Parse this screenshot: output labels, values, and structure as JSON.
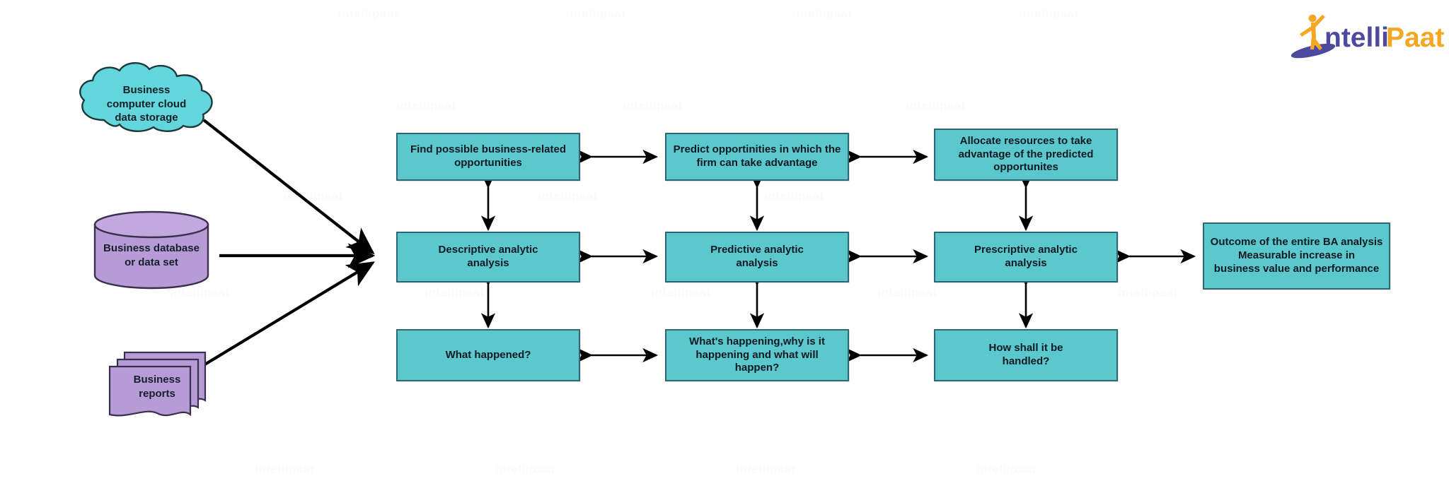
{
  "page": {
    "title": "Business Analytics Process Flow Diagram",
    "background": "#ffffff",
    "watermark_text": "intellipaat"
  },
  "brand": {
    "name_part1": "ntelli",
    "name_part2": "Paat",
    "color_primary": "#5b4ea6",
    "color_accent": "#f5a623"
  },
  "colors": {
    "process_fill": "#5BC8CE",
    "process_stroke": "#2d6a70",
    "cloud_fill": "#63D6DC",
    "cloud_stroke": "#1b3a3d",
    "cylinder_fill": "#B79BD6",
    "cylinder_stroke": "#3a2f4d",
    "reports_fill": "#B79BD6",
    "reports_stroke": "#3a2f4d",
    "arrow": "#000000"
  },
  "sources": [
    {
      "id": "cloud",
      "icon": "cloud-icon",
      "label": "Business\ncomputer cloud\ndata storage"
    },
    {
      "id": "database",
      "icon": "database-icon",
      "label": "Business database\nor data set"
    },
    {
      "id": "reports",
      "icon": "documents-icon",
      "label": "Business\nreports"
    }
  ],
  "rows": {
    "top": [
      {
        "id": "find-opportunities",
        "label": "Find possible business-related\nopportunities"
      },
      {
        "id": "predict-opportunities",
        "label": "Predict opportinities in which the\nfirm can take advantage"
      },
      {
        "id": "allocate-resources",
        "label": "Allocate resources to take\nadvantage of the predicted\nopportunites"
      }
    ],
    "middle": [
      {
        "id": "descriptive",
        "label": "Descriptive analytic\nanalysis"
      },
      {
        "id": "predictive",
        "label": "Predictive analytic\nanalysis"
      },
      {
        "id": "prescriptive",
        "label": "Prescriptive analytic\nanalysis"
      }
    ],
    "bottom": [
      {
        "id": "what-happened",
        "label": "What happened?"
      },
      {
        "id": "whats-happening",
        "label": "What's happening,why is it\nhappening and what will\nhappen?"
      },
      {
        "id": "how-handled",
        "label": "How shall it be\nhandled?"
      }
    ]
  },
  "outcome": {
    "id": "outcome",
    "label": "Outcome of the entire BA analysis\nMeasurable increase in\nbusiness value and performance"
  }
}
